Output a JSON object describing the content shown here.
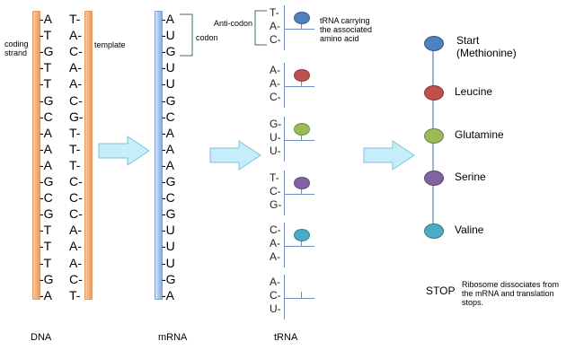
{
  "labels": {
    "coding_strand": "coding strand",
    "template": "template",
    "codon": "codon",
    "anti_codon": "Anti-codon",
    "trna_note": "tRNA carrying the associated amino acid",
    "dna": "DNA",
    "mrna": "mRNA",
    "trna": "tRNA",
    "stop": "STOP",
    "stop_note": "Ribosome dissociates from the mRNA and translation stops."
  },
  "dna": {
    "coding": [
      "-A",
      "-T",
      "-G",
      "-T",
      "-T",
      "-G",
      "-C",
      "-A",
      "-A",
      "-A",
      "-G",
      "-C",
      "-G",
      "-T",
      "-T",
      "-T",
      "-G",
      "-A"
    ],
    "template": [
      "T-",
      "A-",
      "C-",
      "A-",
      "A-",
      "C-",
      "G-",
      "T-",
      "T-",
      "T-",
      "C-",
      "C-",
      "C-",
      "A-",
      "A-",
      "A-",
      "C-",
      "T-"
    ]
  },
  "mrna": [
    "-A",
    "-U",
    "-G",
    "-U",
    "-U",
    "-G",
    "-C",
    "-A",
    "-A",
    "-A",
    "-G",
    "-C",
    "-G",
    "-U",
    "-U",
    "-U",
    "-G",
    "-A"
  ],
  "trnas": [
    {
      "anticodon": [
        "T-",
        "A-",
        "C-"
      ],
      "amino_color": "#4f81bd"
    },
    {
      "anticodon": [
        "A-",
        "A-",
        "C-"
      ],
      "amino_color": "#c0504d"
    },
    {
      "anticodon": [
        "G-",
        "U-",
        "U-"
      ],
      "amino_color": "#9bbb59"
    },
    {
      "anticodon": [
        "T-",
        "C-",
        "G-"
      ],
      "amino_color": "#8064a2"
    },
    {
      "anticodon": [
        "C-",
        "A-",
        "A-"
      ],
      "amino_color": "#4bacc6"
    },
    {
      "anticodon": [
        "A-",
        "C-",
        "U-"
      ],
      "amino_color": null
    }
  ],
  "amino_acids": [
    {
      "name": "Start (Methionine)",
      "color": "#4f81bd"
    },
    {
      "name": "Leucine",
      "color": "#c0504d"
    },
    {
      "name": "Glutamine",
      "color": "#9bbb59"
    },
    {
      "name": "Serine",
      "color": "#8064a2"
    },
    {
      "name": "Valine",
      "color": "#4bacc6"
    }
  ],
  "colors": {
    "dna_strand": "#f4b183",
    "mrna_strand": "#a9c4ea",
    "arrow_fill": "#c6eefa",
    "arrow_stroke": "#7fc3d8"
  }
}
